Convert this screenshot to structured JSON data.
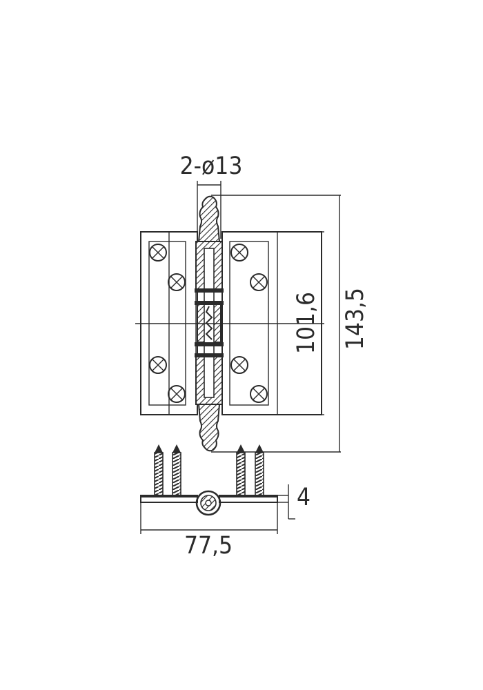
{
  "drawing": {
    "line_color": "#2b2b2b",
    "background": "#ffffff",
    "dimensions": {
      "pin_diameter": "2-ø13",
      "leaf_height": "101,6",
      "overall_height": "143,5",
      "open_width": "77,5",
      "thickness": "4"
    }
  }
}
